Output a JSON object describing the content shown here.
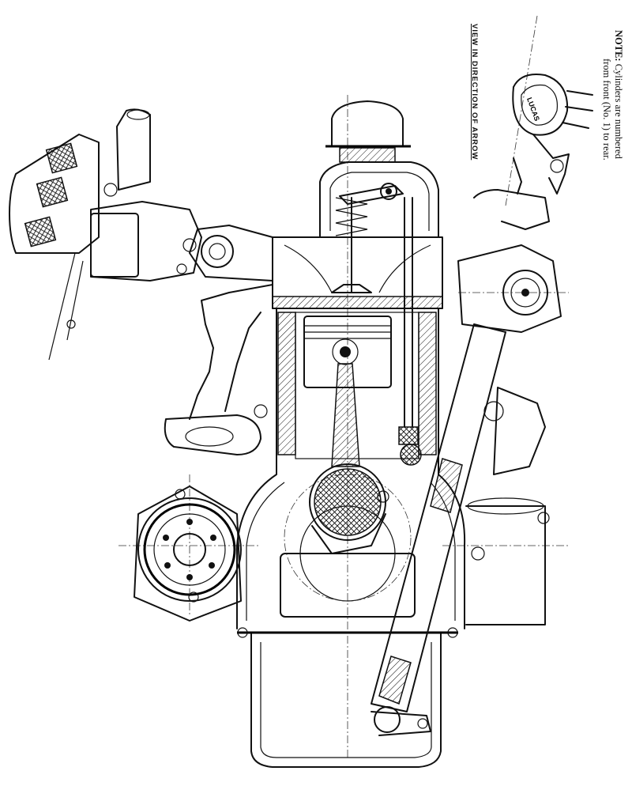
{
  "note": {
    "heading": "NOTE:",
    "line1": "Cylinders are numbered",
    "line2": "from front (No. 1) to rear."
  },
  "view_label": "VIEW IN DIRECTION OF ARROW",
  "distributor_brand": "LUCAS"
}
